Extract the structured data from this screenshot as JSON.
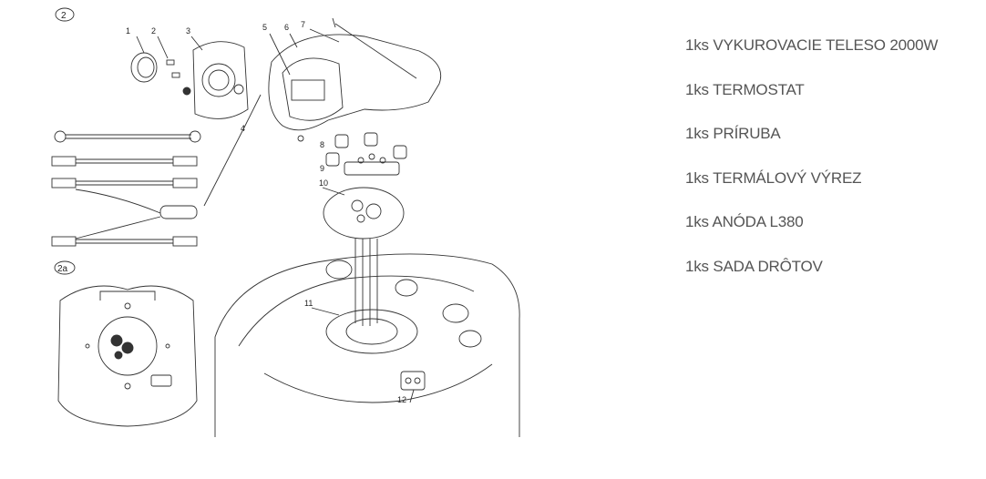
{
  "diagram": {
    "figure_labels": [
      "2",
      "2a"
    ],
    "callouts": [
      "1",
      "2",
      "3",
      "4",
      "5",
      "6",
      "7",
      "8",
      "9",
      "10",
      "11",
      "12"
    ]
  },
  "parts_list": [
    "1ks VYKUROVACIE TELESO 2000W",
    "1ks TERMOSTAT",
    "1ks PRÍRUBA",
    "1ks TERMÁLOVÝ VÝREZ",
    "1ks ANÓDA L380",
    "1ks SADA DRÔTOV"
  ]
}
